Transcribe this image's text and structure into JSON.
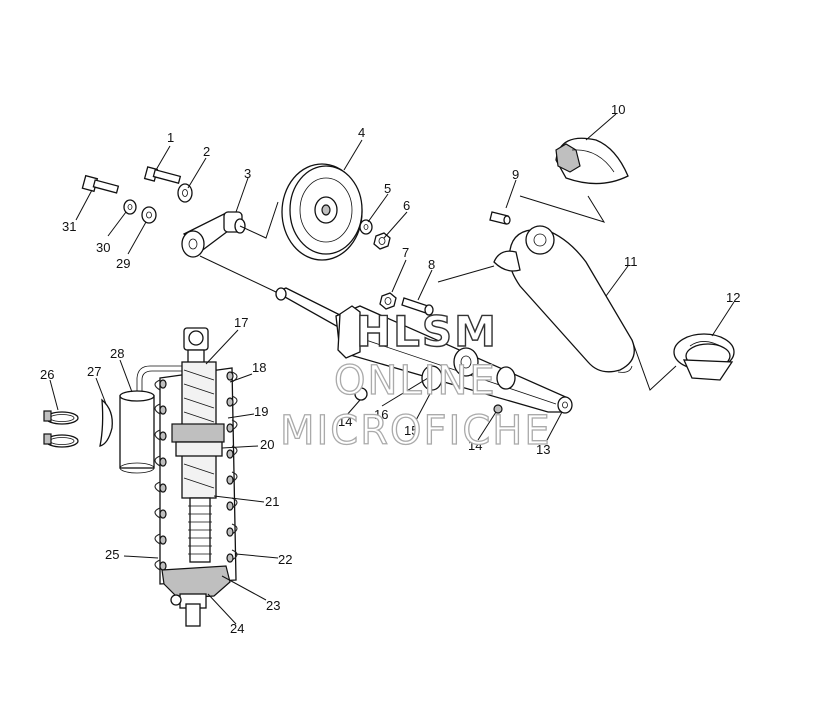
{
  "watermark": {
    "line1": "HLSM",
    "line2": "ONLINE",
    "line3": "MICROFICHE"
  },
  "callouts": [
    "1",
    "2",
    "3",
    "4",
    "5",
    "6",
    "7",
    "8",
    "9",
    "10",
    "11",
    "12",
    "13",
    "14",
    "14",
    "15",
    "16",
    "17",
    "18",
    "19",
    "20",
    "21",
    "22",
    "23",
    "24",
    "25",
    "26",
    "27",
    "28",
    "29",
    "30",
    "31"
  ]
}
